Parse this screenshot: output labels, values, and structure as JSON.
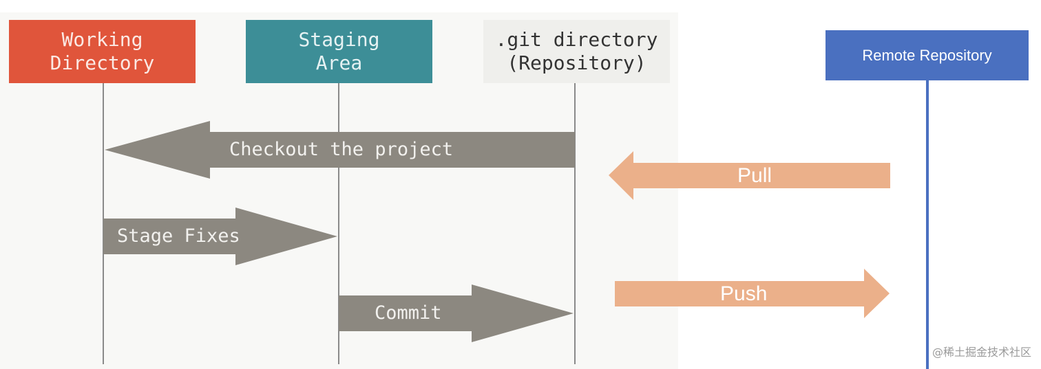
{
  "boxes": {
    "working_line1": "Working",
    "working_line2": "Directory",
    "staging_line1": "Staging",
    "staging_line2": "Area",
    "git_line1": ".git directory",
    "git_line2": "(Repository)",
    "remote": "Remote Repository"
  },
  "arrows": {
    "checkout": "Checkout the project",
    "stage": "Stage Fixes",
    "commit": "Commit",
    "pull": "Pull",
    "push": "Push"
  },
  "watermark": "@稀土掘金技术社区",
  "colors": {
    "working": "#e0553b",
    "staging": "#3d8e97",
    "git": "#efefec",
    "remote": "#4a70c0",
    "gray_arrow": "#8c8880",
    "orange_arrow": "#ebb08a",
    "lifeline": "#8a8a8a",
    "remote_line": "#4a70c0"
  }
}
